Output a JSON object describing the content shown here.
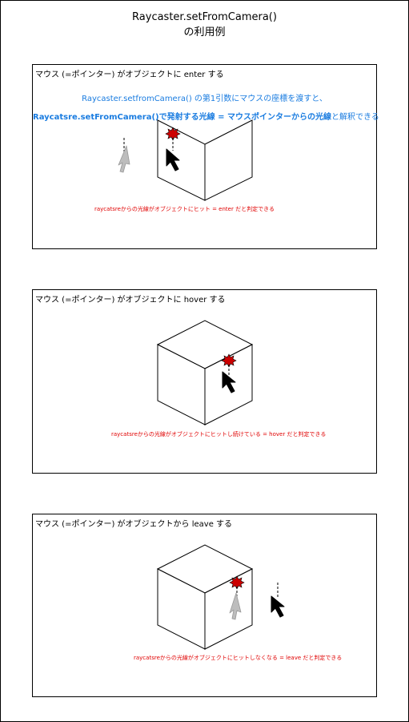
{
  "title": {
    "line1": "Raycaster.setFromCamera()",
    "line2": "の利用例"
  },
  "panels": [
    {
      "label": "マウス (=ポインター) がオブジェクトに enter する",
      "note1": "Raycaster.setfromCamera() の第1引数にマウスの座標を渡すと、",
      "note2_bold": "Raycatsre.setFromCamera()で発射する光線 = マウスポインターからの光線",
      "note2_rest": "と解釈できる",
      "caption": "raycatsreからの光線がオブジェクトにヒット = enter だと判定できる"
    },
    {
      "label": "マウス (=ポインター) がオブジェクトに hover する",
      "caption": "raycatsreからの光線がオブジェクトにヒットし続けている = hover だと判定できる"
    },
    {
      "label": "マウス (=ポインター) がオブジェクトから leave する",
      "caption": "raycatsreからの光線がオブジェクトにヒットしなくなる = leave だと判定できる"
    }
  ],
  "colors": {
    "note_blue": "#1a7ce0",
    "caption_red": "#e00000",
    "hit_marker": "#cc0000",
    "ghost_pointer": "#bdbdbd"
  }
}
